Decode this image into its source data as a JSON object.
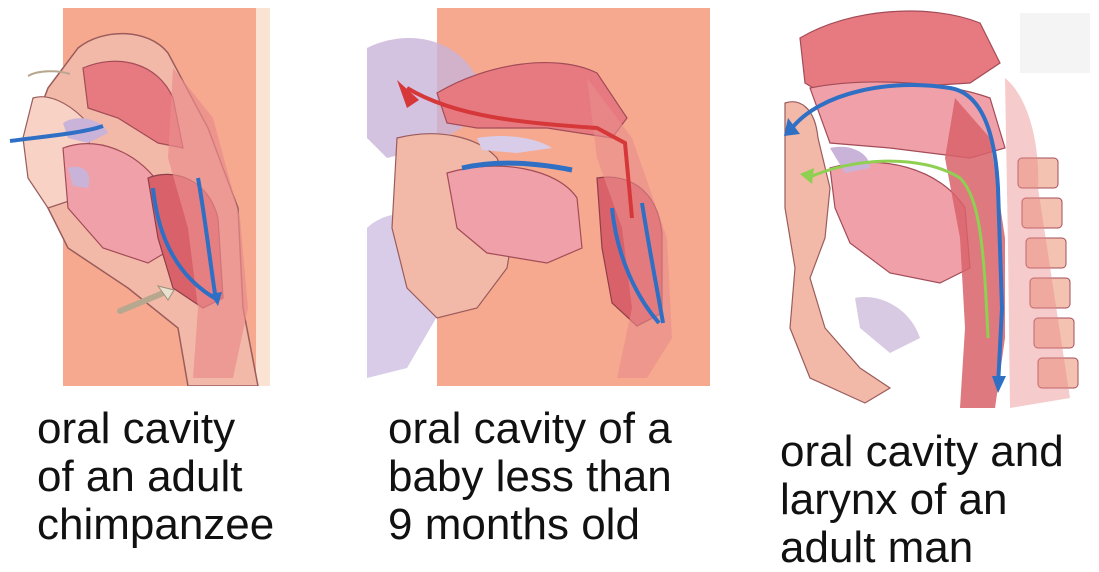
{
  "panels": [
    {
      "id": "chimpanzee",
      "caption_lines": [
        "oral cavity",
        "of an adult",
        "chimpanzee"
      ]
    },
    {
      "id": "baby",
      "caption_lines": [
        "oral cavity of a",
        "baby less than",
        "9 months old"
      ]
    },
    {
      "id": "adult-man",
      "caption_lines": [
        "oral cavity and",
        "larynx of an",
        "adult man"
      ]
    }
  ],
  "colors": {
    "tissue": "#f08a80",
    "tissue_dark": "#d9626a",
    "background_skin": "#f6a98e",
    "airflow_blue": "#2f6fc4",
    "airflow_red": "#d6383a",
    "airflow_green": "#8fcf52",
    "lavender": "#c9b3d9"
  }
}
